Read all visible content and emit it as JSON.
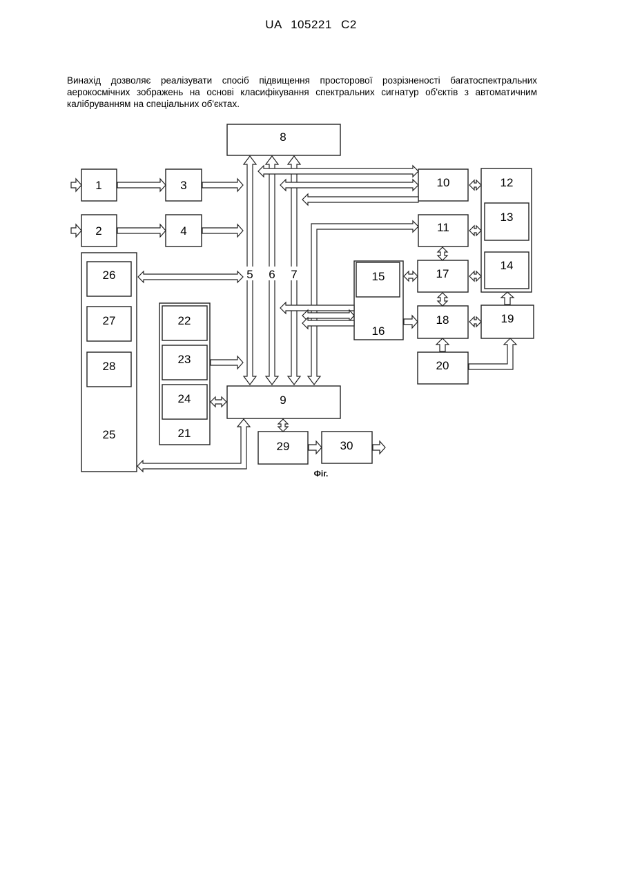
{
  "header": {
    "text": "UA   105221   C2"
  },
  "intro": {
    "text": "Винахід дозволяє реалізувати спосіб підвищення просторової розрізненості багатоспектральних аерокосмічних зображень на основі класифікування спектральних сигнатур об'єктів з автоматичним калібруванням на спеціальних об'єктах."
  },
  "figure": {
    "caption": "Фіг.",
    "blocks": {
      "b1": "1",
      "b2": "2",
      "b3": "3",
      "b4": "4",
      "b8": "8",
      "b9": "9",
      "b10": "10",
      "b11": "11",
      "b12": "12",
      "b13": "13",
      "b14": "14",
      "b15": "15",
      "b16": "16",
      "b17": "17",
      "b18": "18",
      "b19": "19",
      "b20": "20",
      "b21": "21",
      "b22": "22",
      "b23": "23",
      "b24": "24",
      "b25": "25",
      "b26": "26",
      "b27": "27",
      "b28": "28",
      "b29": "29",
      "b30": "30"
    },
    "buses": {
      "bus5": "5",
      "bus6": "6",
      "bus7": "7"
    }
  }
}
